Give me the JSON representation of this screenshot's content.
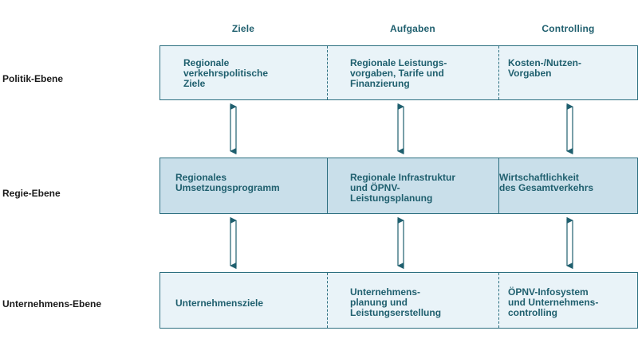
{
  "columns": [
    "Ziele",
    "Aufgaben",
    "Controlling"
  ],
  "rows": [
    {
      "label": "Politik-Ebene",
      "cells": [
        "Regionale\nverkehrspolitische\nZiele",
        "Regionale Leistungs-\nvorgaben, Tarife und\nFinanzierung",
        "Kosten-/Nutzen-\nVorgaben"
      ]
    },
    {
      "label": "Regie-Ebene",
      "cells": [
        "Regionales\nUmsetzungsprogramm",
        "Regionale Infrastruktur\nund ÖPNV-\nLeistungsplanung",
        "Wirtschaftlichkeit\ndes Gesamtverkehrs"
      ]
    },
    {
      "label": "Unternehmens-Ebene",
      "cells": [
        "Unternehmensziele",
        "Unternehmens-\nplanung und\nLeistungserstellung",
        "ÖPNV-Infosystem\nund Unternehmens-\ncontrolling"
      ]
    }
  ],
  "colors": {
    "accent": "#1f5f6e",
    "band_light": "#e9f3f8",
    "band_dark": "#c9dfea",
    "border": "#2c6f80"
  }
}
